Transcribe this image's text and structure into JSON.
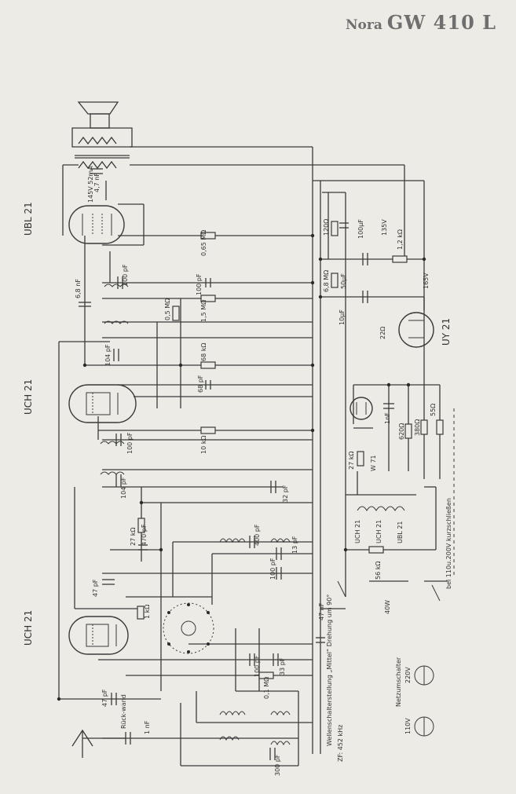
{
  "title": {
    "brand": "Nora",
    "model": "GW 410 L"
  },
  "tubes": [
    "UBL 21",
    "UCH 21",
    "UCH 21",
    "UY 21"
  ],
  "labels": {
    "r_065": "0,65 MΩ",
    "r_120": "120Ω",
    "c_100uf": "100µF",
    "v_135": "135V",
    "r_12k": "1,2 kΩ",
    "r_68m": "6,8 MΩ",
    "c_50uf": "50µF",
    "v_165": "165V",
    "c_10uf": "10µF",
    "r_22": "22Ω",
    "c_100pf_a": "100 pF",
    "r_05m": "0,5 MΩ",
    "r_15m": "1,5 MΩ",
    "c_68nf": "6,8 nF",
    "c_100pf_b": "100 pF",
    "r_68k": "68 kΩ",
    "c_68pf": "68 pF",
    "r_10k": "10 kΩ",
    "c_100pf_c": "100 pF",
    "c_104pf": "104 pF",
    "c_104pf_b": "104 pF",
    "c_25ma": "145V 52mA",
    "c_4nf": "4,7 nF",
    "r_27k": "27 kΩ",
    "c_470pf": "470 pF",
    "c_47pf": "47 pF",
    "r_1k": "1 kΩ",
    "c_400pf": "400 pF",
    "c_32pf": "32 pF",
    "c_13pf": "13 pF",
    "c_100pf_d": "100 pF",
    "c_47nf": "47 nF",
    "c_100pf_e": "100 pF",
    "c_33pf": "33 pF",
    "r_01m": "0,1 MΩ",
    "c_47pf_b": "47 pF",
    "c_1nf": "1 nF",
    "c_300pf": "300 pF",
    "rueckwand": "Rück-wand",
    "r_27k_b": "27 kΩ",
    "c_1nf_b": "1nF",
    "r_620": "620Ω",
    "r_380": "380Ω",
    "r_55": "55Ω",
    "dial_lamp": "W 71",
    "lamp_uch": "UCH 21",
    "lamp_uch2": "UCH 21",
    "lamp_ubl": "UBL 21",
    "r_56k": "56 kΩ",
    "fuse": "40W",
    "wellen_note": "Wellenschalterstellung „Mittel“ Drehung um 90°",
    "zf_note": "ZF: 452 kHz",
    "netz_note": "Netzumschalter",
    "v_110": "110V",
    "v_220": "220V",
    "kurz_note": "bei 110u.200V kurzschließen"
  }
}
